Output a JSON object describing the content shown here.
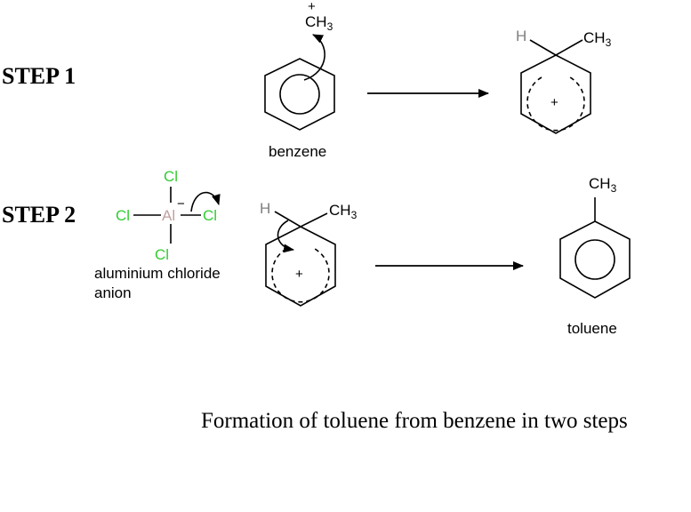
{
  "colors": {
    "chlorine": "#33cc33",
    "aluminium": "#c0a0a0",
    "hydrogen": "#808080",
    "ink": "#000000"
  },
  "step1": {
    "label": "STEP 1",
    "electrophile": {
      "plus": "+",
      "text": "CH",
      "sub": "3"
    },
    "reactant_name": "benzene",
    "intermediate": {
      "h": "H",
      "methyl": "CH",
      "methyl_sub": "3",
      "charge": "+"
    }
  },
  "step2": {
    "label": "STEP 2",
    "alcl4": {
      "cl_top": "Cl",
      "cl_left": "Cl",
      "al": "Al",
      "al_charge": "−",
      "cl_right": "Cl",
      "cl_bottom": "Cl",
      "name_line1": "aluminium chloride",
      "name_line2": "anion"
    },
    "intermediate": {
      "h": "H",
      "methyl": "CH",
      "methyl_sub": "3",
      "charge": "+"
    },
    "product": {
      "methyl": "CH",
      "methyl_sub": "3",
      "name": "toluene"
    }
  },
  "caption": "Formation of toluene from benzene in two steps"
}
